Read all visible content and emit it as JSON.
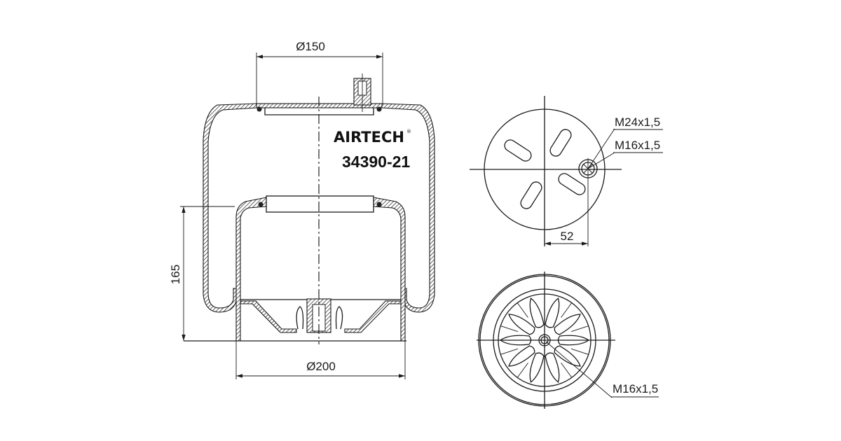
{
  "brand": "AIRTECH",
  "registered_mark": "®",
  "part_number": "34390-21",
  "side_view": {
    "top_diameter": "Ø150",
    "bottom_diameter": "Ø200",
    "height": "165"
  },
  "top_view": {
    "thread_outer": "M24x1,5",
    "thread_inner": "M16x1,5",
    "offset": "52"
  },
  "bottom_view": {
    "thread": "M16x1,5"
  }
}
